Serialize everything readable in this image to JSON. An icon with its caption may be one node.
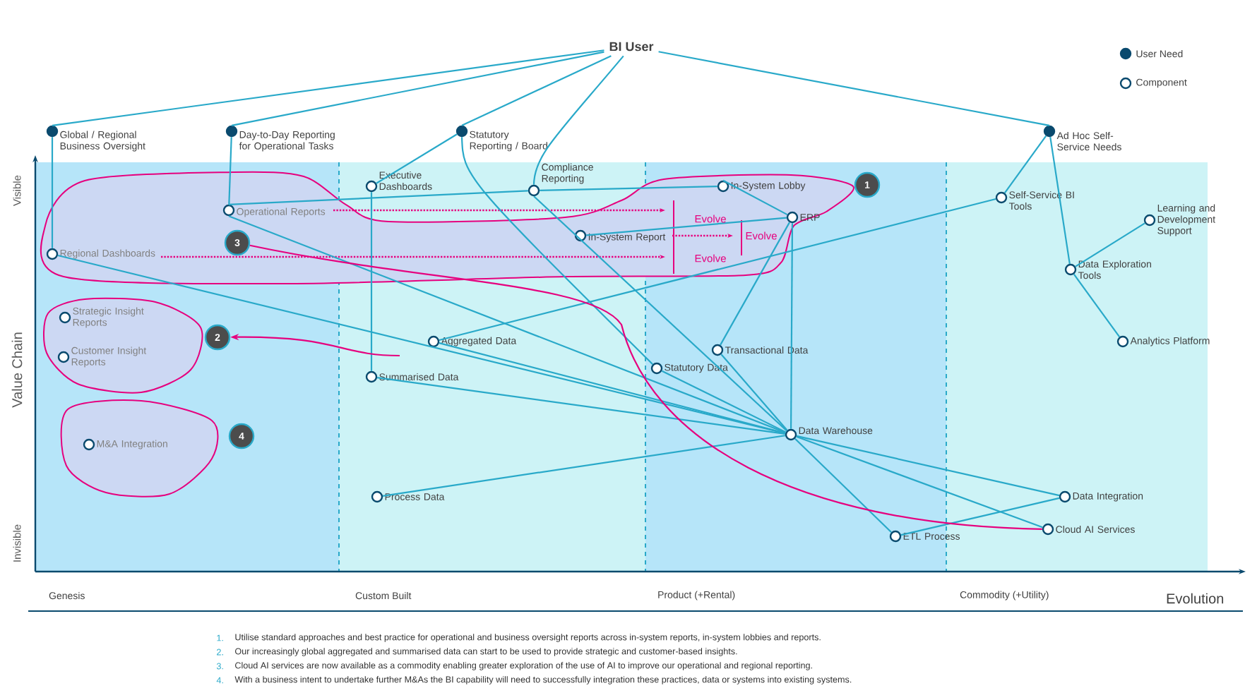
{
  "diagram": {
    "nodes": [
      {
        "text": [
          "BI User"
        ]
      },
      {
        "text": [
          "Global / Regional Business Oversight"
        ]
      },
      {
        "text": [
          "Day-to-Day Reporting for Operational Tasks"
        ]
      },
      {
        "text": [
          "Statutory Reporting / Board"
        ]
      },
      {
        "text": [
          "Ad Hoc Self-Service Needs"
        ]
      },
      {
        "text": [
          "Executive Dashboards"
        ]
      },
      {
        "text": [
          "Compliance Reporting"
        ]
      },
      {
        "text": [
          "In-System Lobby"
        ]
      },
      {
        "text": [
          "Operational Reports"
        ]
      },
      {
        "text": [
          "ERP"
        ]
      },
      {
        "text": [
          "In-System Report"
        ]
      },
      {
        "text": [
          "Regional Dashboards"
        ]
      },
      {
        "text": [
          "Self-Service BI Tools"
        ]
      },
      {
        "text": [
          "Learning and Development Support"
        ]
      },
      {
        "text": [
          "Data Exploration Tools"
        ]
      },
      {
        "text": [
          "Strategic Insight Reports"
        ]
      },
      {
        "text": [
          "Customer Insight Reports"
        ]
      },
      {
        "text": [
          "Aggregated Data"
        ]
      },
      {
        "text": [
          "Transactional Data"
        ]
      },
      {
        "text": [
          "Statutory Data"
        ]
      },
      {
        "text": [
          "Summarised Data"
        ]
      },
      {
        "text": [
          "Analytics Platform"
        ]
      },
      {
        "text": [
          "M&A Integration"
        ]
      },
      {
        "text": [
          "Data Warehouse"
        ]
      },
      {
        "text": [
          "Process Data"
        ]
      },
      {
        "text": [
          "Data Integration"
        ]
      },
      {
        "text": [
          "Cloud AI Services"
        ]
      },
      {
        "text": [
          "ETL Process"
        ]
      },
      {
        "text": [
          "1"
        ]
      },
      {
        "text": [
          "2"
        ]
      },
      {
        "text": [
          "3"
        ]
      },
      {
        "text": [
          "4"
        ]
      }
    ],
    "edges": [
      {
        "from": 0,
        "to": 1,
        "arrow": "none"
      },
      {
        "from": 0,
        "to": 2,
        "arrow": "none"
      },
      {
        "from": 0,
        "to": 3,
        "arrow": "none"
      },
      {
        "from": 0,
        "to": 6,
        "arrow": "none"
      },
      {
        "from": 0,
        "to": 4,
        "arrow": "none"
      },
      {
        "from": 1,
        "to": 11,
        "arrow": "none"
      },
      {
        "from": 2,
        "to": 8,
        "arrow": "none"
      },
      {
        "from": 3,
        "to": 5,
        "arrow": "none"
      },
      {
        "from": 3,
        "to": 19,
        "arrow": "none"
      },
      {
        "from": 4,
        "to": 12,
        "arrow": "none"
      },
      {
        "from": 4,
        "to": 14,
        "arrow": "none"
      },
      {
        "from": 14,
        "to": 13,
        "arrow": "none"
      },
      {
        "from": 14,
        "to": 21,
        "arrow": "none"
      },
      {
        "from": 12,
        "to": 17,
        "arrow": "none"
      },
      {
        "from": 5,
        "to": 20,
        "arrow": "none"
      },
      {
        "from": 8,
        "to": 6,
        "arrow": "none"
      },
      {
        "from": 6,
        "to": 7,
        "arrow": "none"
      },
      {
        "from": 7,
        "to": 9,
        "arrow": "none"
      },
      {
        "from": 10,
        "to": 9,
        "arrow": "none"
      },
      {
        "from": 6,
        "to": 23,
        "arrow": "none"
      },
      {
        "from": 8,
        "to": 23,
        "arrow": "none"
      },
      {
        "from": 11,
        "to": 23,
        "arrow": "none"
      },
      {
        "from": 17,
        "to": 23,
        "arrow": "none"
      },
      {
        "from": 20,
        "to": 23,
        "arrow": "none"
      },
      {
        "from": 9,
        "to": 18,
        "arrow": "none"
      },
      {
        "from": 18,
        "to": 23,
        "arrow": "none"
      },
      {
        "from": 9,
        "to": 23,
        "arrow": "none"
      },
      {
        "from": 19,
        "to": 23,
        "arrow": "none"
      },
      {
        "from": 24,
        "to": 23,
        "arrow": "none"
      },
      {
        "from": 23,
        "to": 25,
        "arrow": "none"
      },
      {
        "from": 23,
        "to": 26,
        "arrow": "none"
      },
      {
        "from": 23,
        "to": 27,
        "arrow": "none"
      },
      {
        "from": 27,
        "to": 25,
        "arrow": "none"
      },
      {
        "from": null,
        "to": 29,
        "arrow": "to",
        "color": "#e6007e"
      },
      {
        "from": 26,
        "to": 30,
        "arrow": "none",
        "color": "#e6007e"
      }
    ],
    "labels": [
      "Visible",
      "Value Chain",
      "Invisible",
      "Evolve",
      "Evolve",
      "Evolve",
      "Genesis",
      "Custom Built",
      "Product (+Rental)",
      "Commodity (+Utility)",
      "Evolution",
      "1.",
      "Utilise standard approaches and best practice for operational and business oversight reports across in-system reports, in-system lobbies and reports.",
      "2.",
      "Our increasingly global aggregated and summarised data can start to be used to provide strategic and customer-based insights.",
      "3.",
      "Cloud AI services are now available as a commodity enabling greater exploration of the use of AI to improve our operational and regional reporting.",
      "4.",
      "With a business intent to undertake further M&As the BI capability will need to successfully integration these practices, data or systems into existing systems."
    ],
    "legend": [
      {
        "text": "User Need"
      },
      {
        "text": "Component"
      }
    ]
  }
}
